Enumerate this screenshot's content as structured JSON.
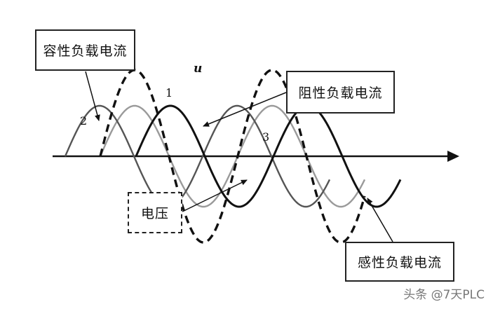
{
  "labels": {
    "capacitive_current": "容性负载电流",
    "resistive_current": "阻性负载电流",
    "voltage": "电压",
    "inductive_current": "感性负载电流",
    "voltage_symbol": "u",
    "curve_1": "1",
    "curve_2": "2",
    "curve_3": "3"
  },
  "watermark": "头条 @7天PLC",
  "colors": {
    "resistive_curve": "#9a9a9a",
    "capacitive_curve": "#555555",
    "inductive_curve": "#111111",
    "voltage_curve": "#111111"
  }
}
